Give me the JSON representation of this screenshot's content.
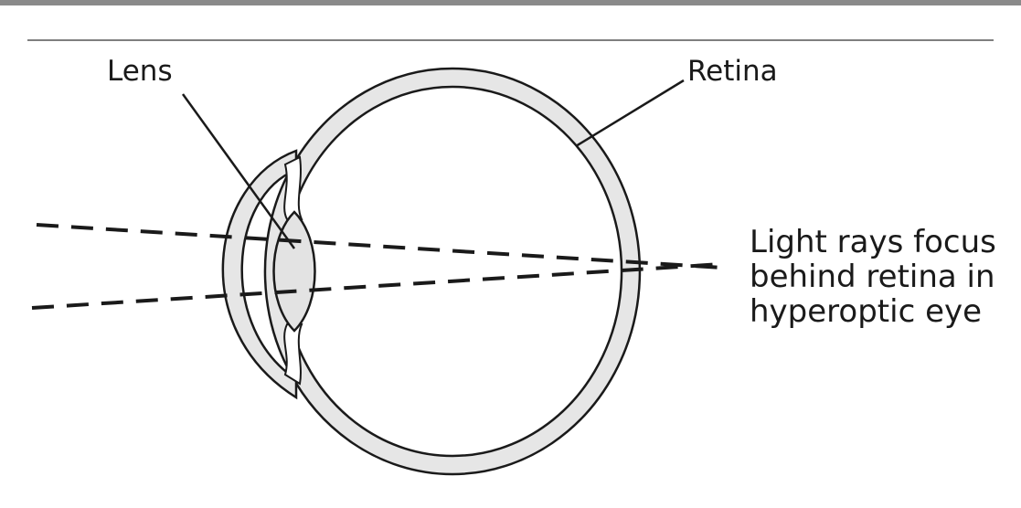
{
  "labels": {
    "lens": "Lens",
    "retina": "Retina",
    "caption": [
      "Light rays focus",
      "behind retina in",
      "hyperoptic eye"
    ]
  },
  "colors": {
    "outline": "#1a1a1a",
    "wall_fill": "#e6e6e6",
    "lens_fill": "#e3e3e3",
    "top_rule": "#8a8a8a",
    "sub_rule": "#555555",
    "background": "#ffffff"
  }
}
